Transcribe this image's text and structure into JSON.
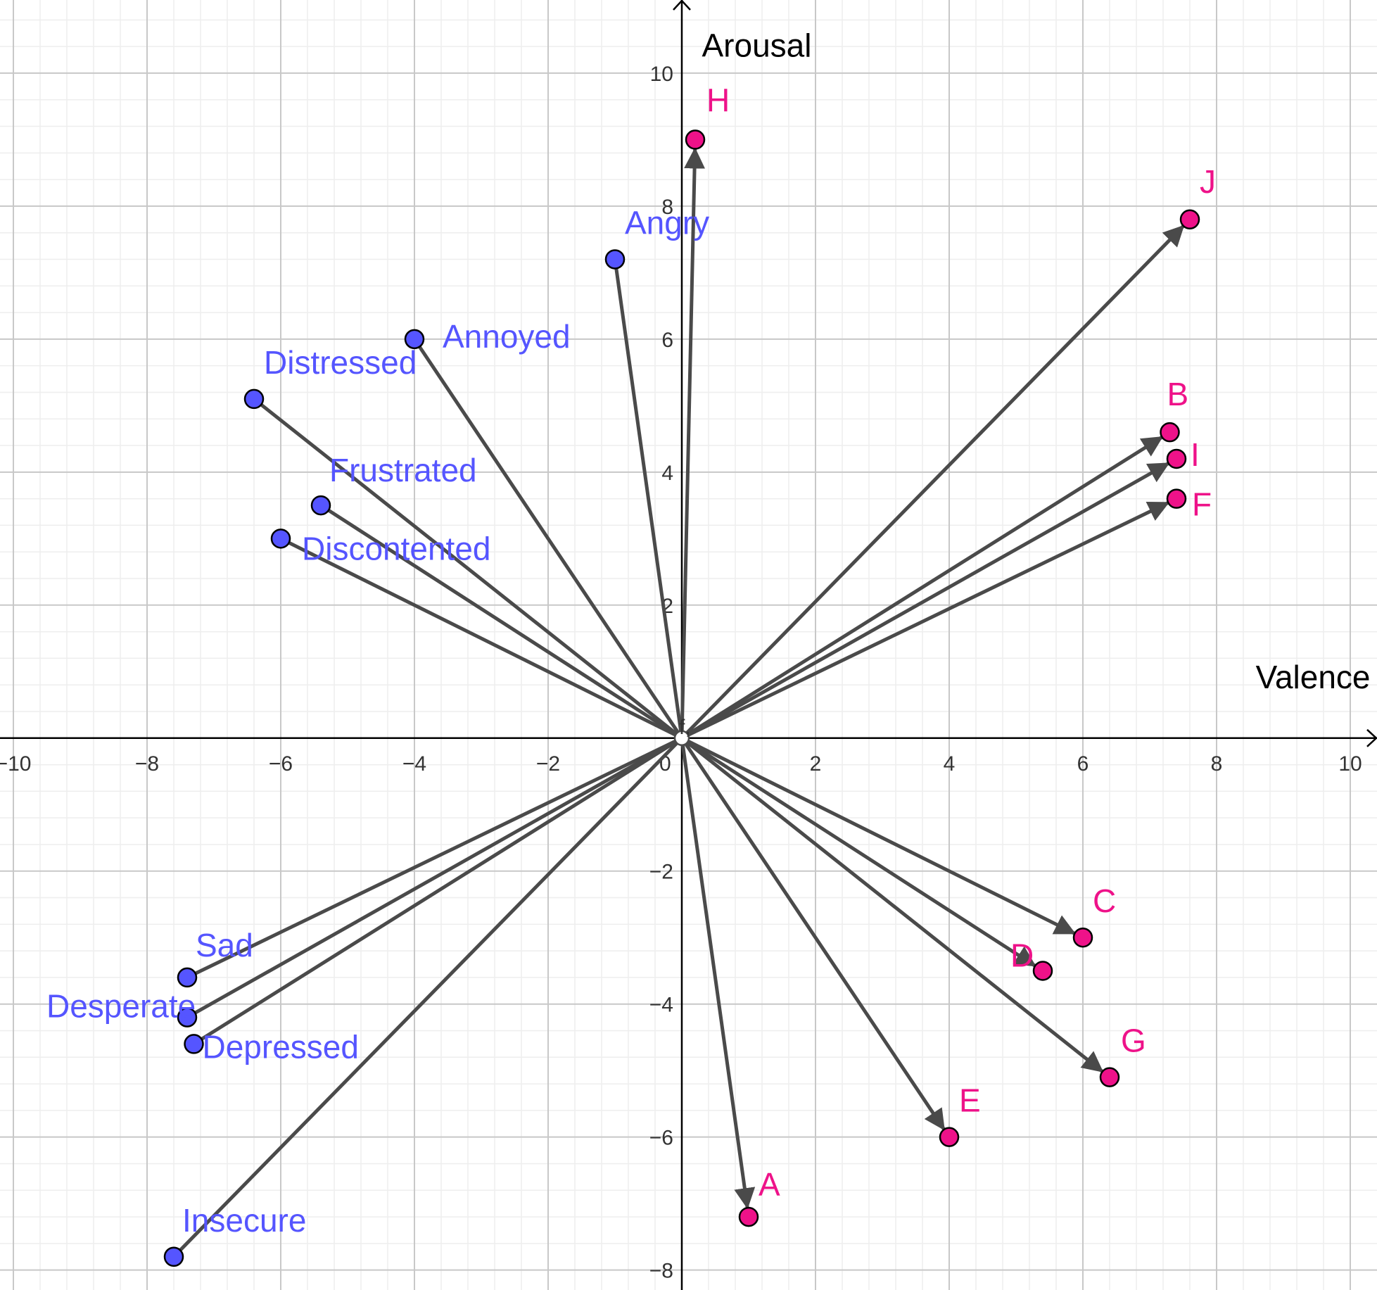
{
  "chart_data": {
    "type": "scatter",
    "xlabel": "Valence",
    "ylabel": "Arousal",
    "xlim": [
      -10.2,
      10.4
    ],
    "ylim": [
      -8.3,
      11.1
    ],
    "grid": true,
    "minor_grid": true,
    "x_ticks": [
      -10,
      -8,
      -6,
      -4,
      -2,
      0,
      2,
      4,
      6,
      8,
      10
    ],
    "y_ticks": [
      -8,
      -6,
      -4,
      -2,
      2,
      4,
      6,
      8,
      10
    ],
    "origin_label": "f,",
    "vector_color": "#4a4a4a",
    "series": [
      {
        "name": "",
        "color": "#5555ff",
        "label_color": "#5555ff",
        "arrowheads": false,
        "points": [
          {
            "label": "Angry",
            "x": -1.0,
            "y": 7.2
          },
          {
            "label": "Annoyed",
            "x": -4.0,
            "y": 6.0
          },
          {
            "label": "Distressed",
            "x": -6.4,
            "y": 5.1
          },
          {
            "label": "Frustrated",
            "x": -5.4,
            "y": 3.5
          },
          {
            "label": "Discontented",
            "x": -6.0,
            "y": 3.0
          },
          {
            "label": "Sad",
            "x": -7.4,
            "y": -3.6
          },
          {
            "label": "Depressed",
            "x": -7.3,
            "y": -4.6
          },
          {
            "label": "Desperate",
            "x": -7.4,
            "y": -4.2
          },
          {
            "label": "Insecure",
            "x": -7.6,
            "y": -7.8
          }
        ]
      },
      {
        "name": "",
        "color": "#ee1289",
        "label_color": "#ee1289",
        "arrowheads": true,
        "points": [
          {
            "label": "A",
            "x": 1.0,
            "y": -7.2
          },
          {
            "label": "B",
            "x": 7.3,
            "y": 4.6
          },
          {
            "label": "C",
            "x": 6.0,
            "y": -3.0
          },
          {
            "label": "D",
            "x": 5.4,
            "y": -3.5
          },
          {
            "label": "E",
            "x": 4.0,
            "y": -6.0
          },
          {
            "label": "F",
            "x": 7.4,
            "y": 3.6
          },
          {
            "label": "G",
            "x": 6.4,
            "y": -5.1
          },
          {
            "label": "H",
            "x": 0.2,
            "y": 9.0
          },
          {
            "label": "I",
            "x": 7.4,
            "y": 4.2
          },
          {
            "label": "J",
            "x": 7.6,
            "y": 7.8
          }
        ]
      }
    ]
  }
}
